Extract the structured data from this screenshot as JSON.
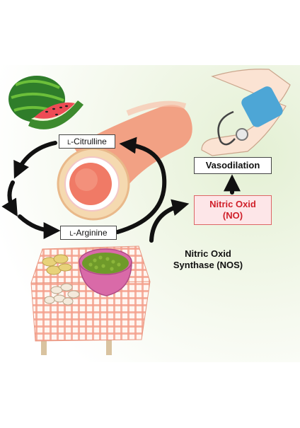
{
  "labels": {
    "citrulline_prefix": "L",
    "citrulline": "-Citrulline",
    "arginine_prefix": "L",
    "arginine": "-Arginine",
    "vasodilation": "Vasodilation",
    "no_line1": "Nitric Oxid",
    "no_line2": "(NO)",
    "nos_line1": "Nitric Oxid",
    "nos_line2": "Synthase (NOS)"
  },
  "icons": [
    "watermelon-icon",
    "blood-vessel-icon",
    "blood-pressure-cuff-icon",
    "table-with-food-icon"
  ],
  "colors": {
    "background_tint": "#eef6e3",
    "no_text": "#d0202a",
    "no_box": "#fde6e8",
    "vessel": "#f2a184",
    "cuff": "#4da6d6",
    "tablecloth": "#f08a72"
  }
}
